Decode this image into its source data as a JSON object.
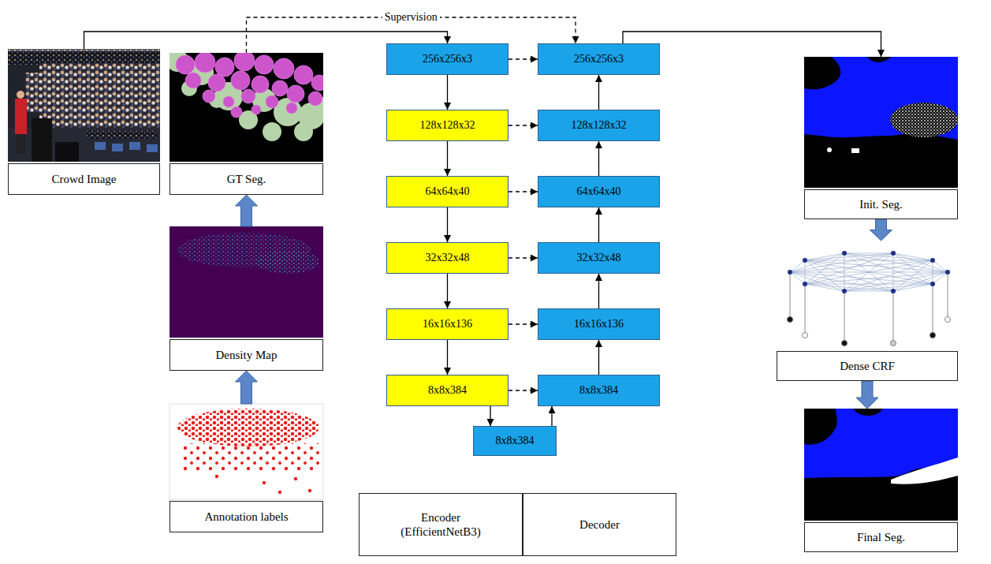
{
  "diagram": {
    "nodes": [
      {
        "text": [
          "Crowd Image"
        ]
      },
      {
        "text": [
          "GT Seg."
        ]
      },
      {
        "text": [
          "Density Map"
        ]
      },
      {
        "text": [
          "Annotation labels"
        ]
      },
      {
        "text": [
          "256x256x3"
        ]
      },
      {
        "text": [
          "128x128x32"
        ]
      },
      {
        "text": [
          "64x64x40"
        ]
      },
      {
        "text": [
          "32x32x48"
        ]
      },
      {
        "text": [
          "16x16x136"
        ]
      },
      {
        "text": [
          "8x8x384"
        ]
      },
      {
        "text": [
          "256x256x3"
        ]
      },
      {
        "text": [
          "128x128x32"
        ]
      },
      {
        "text": [
          "64x64x40"
        ]
      },
      {
        "text": [
          "32x32x48"
        ]
      },
      {
        "text": [
          "16x16x136"
        ]
      },
      {
        "text": [
          "8x8x384"
        ]
      },
      {
        "text": [
          "8x8x384"
        ]
      },
      {
        "text": [
          "Encoder (EfficientNetB3)"
        ]
      },
      {
        "text": [
          "Decoder"
        ]
      },
      {
        "text": [
          "Init. Seg."
        ]
      },
      {
        "text": [
          "Dense CRF"
        ]
      },
      {
        "text": [
          "Final Seg."
        ]
      }
    ],
    "edges": [
      {
        "from": 0,
        "to": 4,
        "arrow": "to"
      },
      {
        "from": 4,
        "to": 5,
        "arrow": "to"
      },
      {
        "from": 5,
        "to": 6,
        "arrow": "to"
      },
      {
        "from": 6,
        "to": 7,
        "arrow": "to"
      },
      {
        "from": 7,
        "to": 8,
        "arrow": "to"
      },
      {
        "from": 8,
        "to": 9,
        "arrow": "to"
      },
      {
        "from": 9,
        "to": 16,
        "arrow": "to"
      },
      {
        "from": 16,
        "to": 15,
        "arrow": "to"
      },
      {
        "from": 15,
        "to": 14,
        "arrow": "to"
      },
      {
        "from": 14,
        "to": 13,
        "arrow": "to"
      },
      {
        "from": 13,
        "to": 12,
        "arrow": "to"
      },
      {
        "from": 12,
        "to": 11,
        "arrow": "to"
      },
      {
        "from": 11,
        "to": 10,
        "arrow": "to"
      },
      {
        "from": 4,
        "to": 10,
        "arrow": "to"
      },
      {
        "from": 5,
        "to": 11,
        "arrow": "to"
      },
      {
        "from": 6,
        "to": 12,
        "arrow": "to"
      },
      {
        "from": 7,
        "to": 13,
        "arrow": "to"
      },
      {
        "from": 8,
        "to": 14,
        "arrow": "to"
      },
      {
        "from": 9,
        "to": 15,
        "arrow": "to"
      },
      {
        "from": 1,
        "to": 10,
        "label": "Supervision",
        "arrow": "to"
      },
      {
        "from": 10,
        "to": 19,
        "arrow": "to"
      },
      {
        "from": 3,
        "to": 2,
        "arrow": "to"
      },
      {
        "from": 2,
        "to": 1,
        "arrow": "to"
      },
      {
        "from": 19,
        "to": 20,
        "arrow": "to"
      },
      {
        "from": 20,
        "to": 21,
        "arrow": "to"
      }
    ]
  }
}
